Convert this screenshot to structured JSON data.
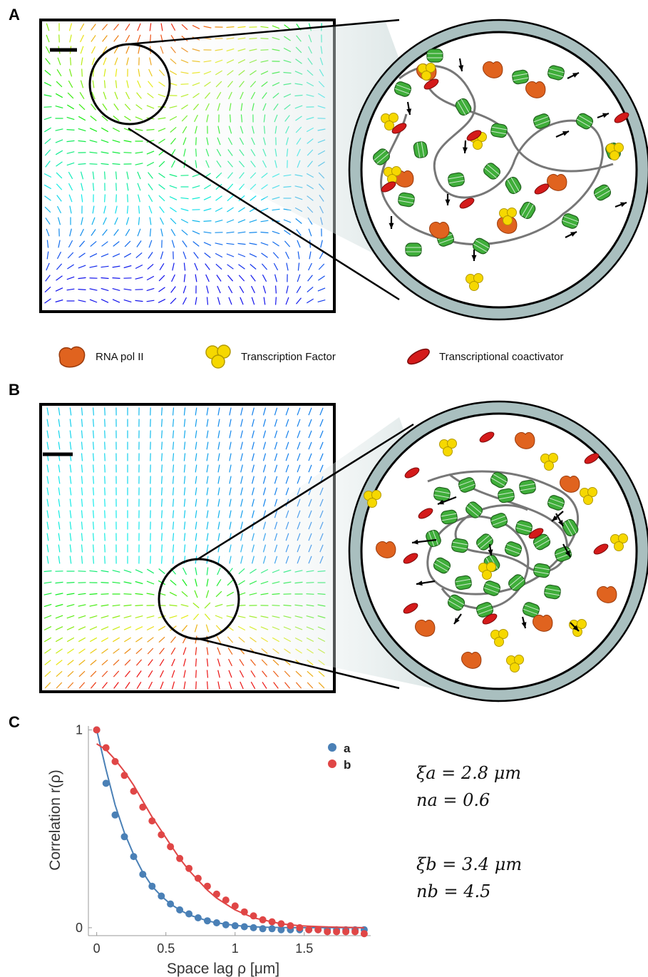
{
  "panels": {
    "a": {
      "letter": "A"
    },
    "b": {
      "letter": "B"
    },
    "c": {
      "letter": "C"
    }
  },
  "legend": {
    "items": [
      {
        "label": "RNA pol II",
        "icon": "rna-pol-ii-icon",
        "color": "#e0631f"
      },
      {
        "label": "Transcription Factor",
        "icon": "transcription-factor-icon",
        "color": "#f6d800"
      },
      {
        "label": "Transcriptional coactivator",
        "icon": "coactivator-icon",
        "color": "#d41a1a"
      }
    ]
  },
  "colors": {
    "chromatin": "#3fae3a",
    "tube": "#a9bfbf",
    "series_a": "#4a80b6",
    "series_b": "#e04646"
  },
  "params": {
    "xi_a": "ξa = 2.8 μm",
    "n_a": "na = 0.6",
    "xi_b": "ξb = 3.4 μm",
    "n_b": "nb = 4.5"
  },
  "chart_data": {
    "type": "scatter",
    "xlabel": "Space lag ρ [μm]",
    "ylabel": "Correlation r(ρ)",
    "xlim": [
      -0.06,
      1.98
    ],
    "ylim": [
      -0.04,
      1.02
    ],
    "xticks": [
      0,
      0.5,
      1,
      1.5
    ],
    "xtick_labels": [
      "0",
      "0.5",
      "1",
      "1.5"
    ],
    "yticks": [
      0,
      1
    ],
    "ytick_labels": [
      "0",
      "1"
    ],
    "legend_position": "top-right",
    "series": [
      {
        "name": "a",
        "color": "#4a80b6",
        "x": [
          0,
          0.067,
          0.133,
          0.2,
          0.267,
          0.333,
          0.4,
          0.467,
          0.533,
          0.6,
          0.667,
          0.733,
          0.8,
          0.867,
          0.933,
          1.0,
          1.067,
          1.133,
          1.2,
          1.267,
          1.333,
          1.4,
          1.467,
          1.533,
          1.6,
          1.667,
          1.733,
          1.8,
          1.867,
          1.933
        ],
        "y": [
          1.0,
          0.73,
          0.57,
          0.46,
          0.36,
          0.27,
          0.21,
          0.16,
          0.12,
          0.09,
          0.07,
          0.05,
          0.035,
          0.025,
          0.015,
          0.01,
          0.005,
          0.0,
          -0.005,
          -0.005,
          -0.01,
          -0.01,
          -0.01,
          -0.01,
          -0.01,
          -0.01,
          -0.01,
          -0.01,
          -0.01,
          -0.01
        ],
        "fit_y": [
          1.0,
          0.8,
          0.62,
          0.48,
          0.37,
          0.28,
          0.21,
          0.16,
          0.12,
          0.09,
          0.065,
          0.05,
          0.035,
          0.025,
          0.018,
          0.012,
          0.008,
          0.005,
          0.003,
          0.002,
          0.001,
          0.0,
          0.0,
          0.0,
          0.0,
          0.0,
          0.0,
          0.0,
          0.0,
          0.0
        ]
      },
      {
        "name": "b",
        "color": "#e04646",
        "x": [
          0,
          0.067,
          0.133,
          0.2,
          0.267,
          0.333,
          0.4,
          0.467,
          0.533,
          0.6,
          0.667,
          0.733,
          0.8,
          0.867,
          0.933,
          1.0,
          1.067,
          1.133,
          1.2,
          1.267,
          1.333,
          1.4,
          1.467,
          1.533,
          1.6,
          1.667,
          1.733,
          1.8,
          1.867,
          1.933
        ],
        "y": [
          1.0,
          0.91,
          0.84,
          0.77,
          0.69,
          0.61,
          0.54,
          0.47,
          0.41,
          0.35,
          0.3,
          0.25,
          0.21,
          0.17,
          0.14,
          0.11,
          0.08,
          0.06,
          0.04,
          0.03,
          0.02,
          0.01,
          0.0,
          -0.01,
          -0.01,
          -0.02,
          -0.02,
          -0.02,
          -0.02,
          -0.03
        ],
        "fit_y": [
          0.93,
          0.9,
          0.85,
          0.79,
          0.72,
          0.64,
          0.56,
          0.49,
          0.42,
          0.35,
          0.29,
          0.24,
          0.19,
          0.15,
          0.12,
          0.09,
          0.07,
          0.05,
          0.04,
          0.03,
          0.02,
          0.015,
          0.01,
          0.008,
          0.006,
          0.004,
          0.003,
          0.002,
          0.001,
          0.0
        ]
      }
    ]
  }
}
